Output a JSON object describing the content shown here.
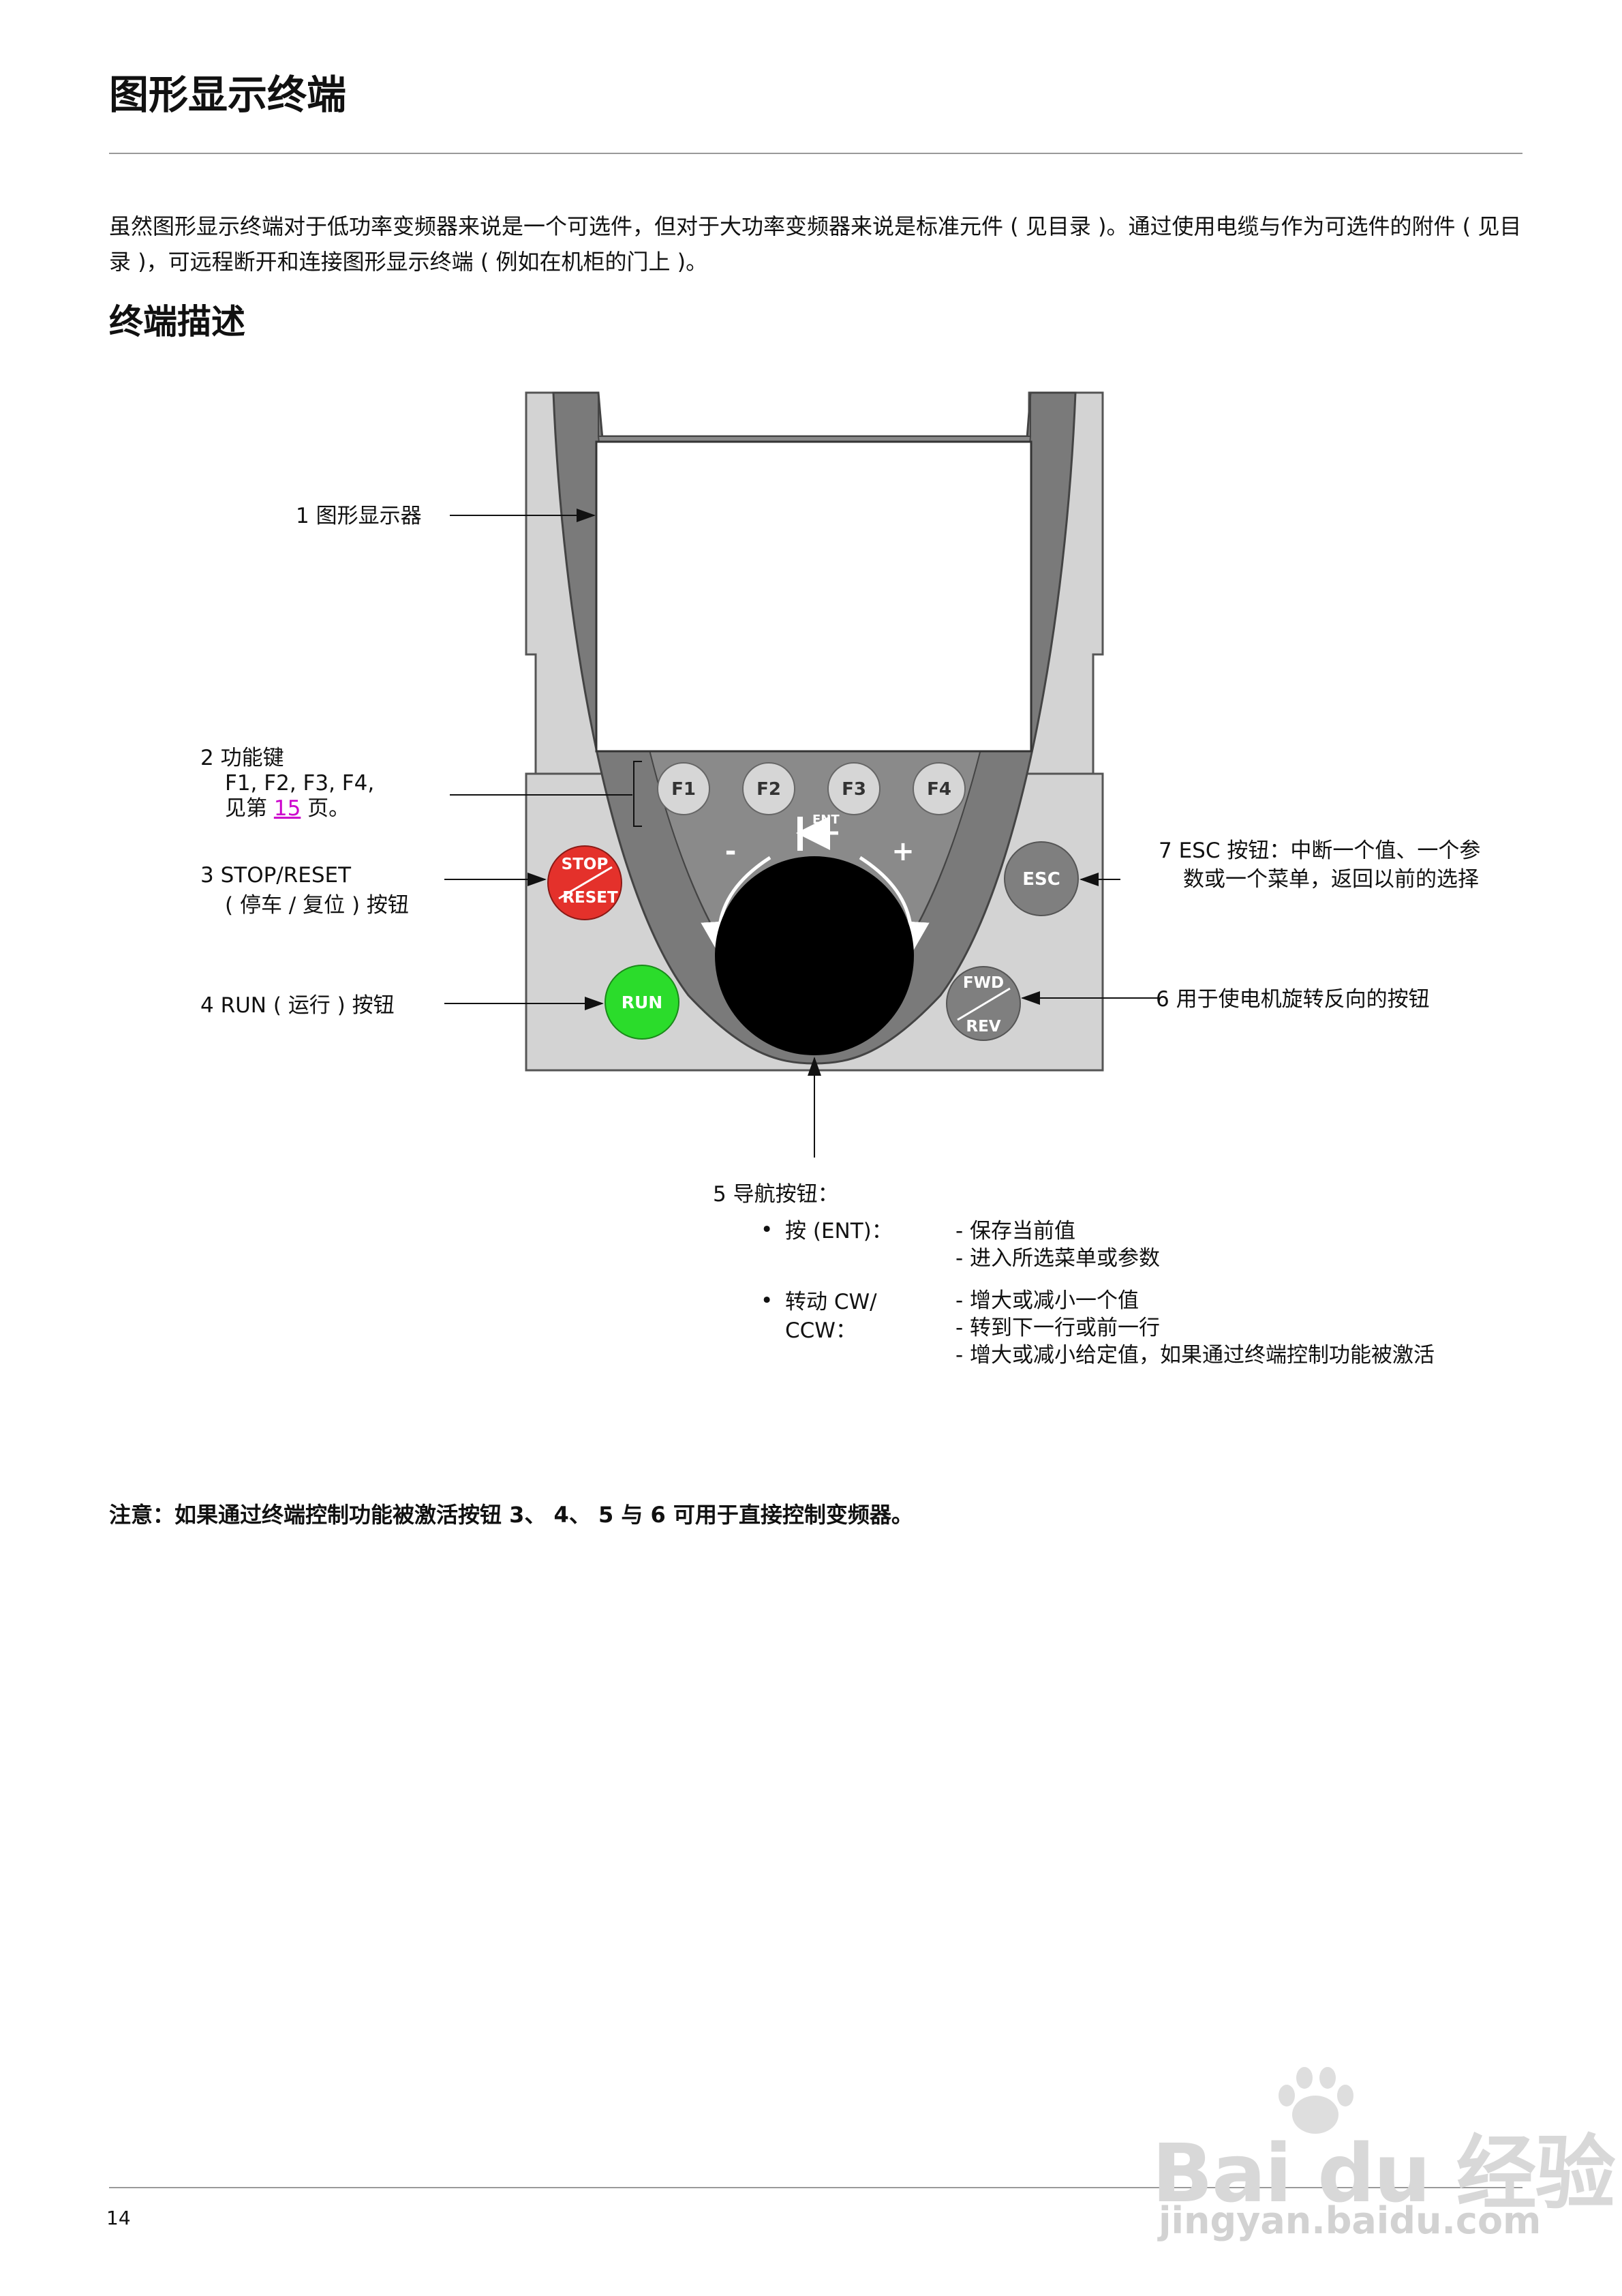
{
  "page": {
    "title": "图形显示终端",
    "intro": "虽然图形显示终端对于低功率变频器来说是一个可选件，但对于大功率变频器来说是标准元件 ( 见目录 )。通过使用电缆与作为可选件的附件 ( 见目录 )，可远程断开和连接图形显示终端 ( 例如在机柜的门上 )。",
    "subtitle": "终端描述",
    "note": "注意：如果通过终端控制功能被激活按钮 3、 4、 5 与 6 可用于直接控制变频器。",
    "page_number": "14"
  },
  "device": {
    "f1": "F1",
    "f2": "F2",
    "f3": "F3",
    "f4": "F4",
    "stop_top": "STOP",
    "stop_bottom": "RESET",
    "run": "RUN",
    "esc": "ESC",
    "fwd": "FWD",
    "rev": "REV",
    "ent": "ENT",
    "minus": "-",
    "plus": "+"
  },
  "callouts": {
    "c1": "1 图形显示器",
    "c2_line1": "2 功能键",
    "c2_line2": "F1, F2, F3, F4,",
    "c2_line3_pre": "见第 ",
    "c2_line3_link": "15",
    "c2_line3_post": " 页。",
    "c3_line1": "3 STOP/RESET",
    "c3_line2": "( 停车 / 复位 ) 按钮",
    "c4": "4 RUN ( 运行 ) 按钮",
    "c5_title": "5 导航按钮：",
    "c5_b1_label": "按 (ENT)：",
    "c5_b1_items": [
      "- 保存当前值",
      "- 进入所选菜单或参数"
    ],
    "c5_b2_label1": "转动 CW/",
    "c5_b2_label2": "CCW：",
    "c5_b2_items": [
      "- 增大或减小一个值",
      "- 转到下一行或前一行",
      "- 增大或减小给定值，如果通过终端控制功能被激活"
    ],
    "c6": "6 用于使电机旋转反向的按钮",
    "c7_line1": "7 ESC 按钮：中断一个值、一个参",
    "c7_line2": "数或一个菜单，返回以前的选择"
  },
  "watermark": {
    "brand": "Bai du 经验",
    "url": "jingyan.baidu.com"
  }
}
